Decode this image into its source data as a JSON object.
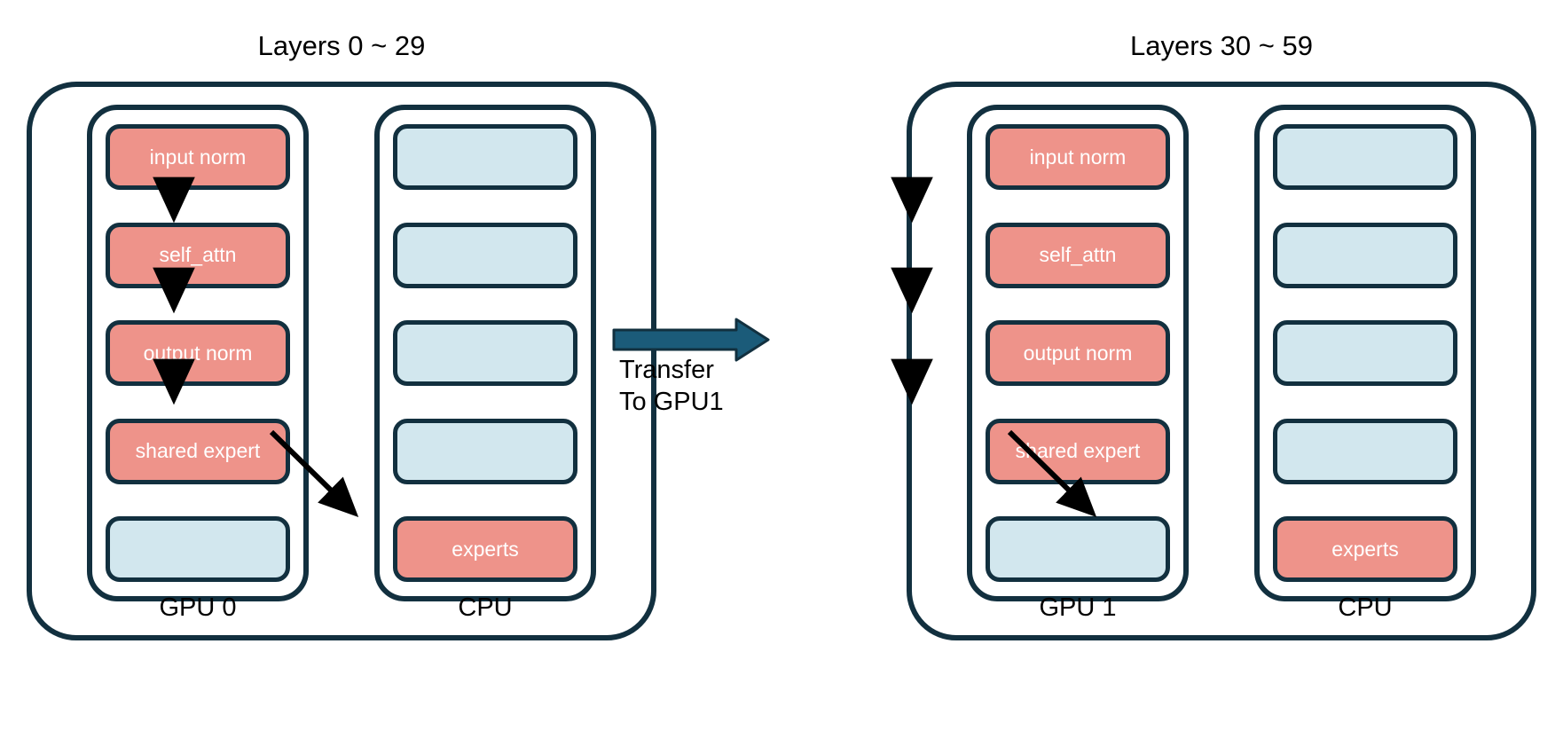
{
  "diagram": {
    "title_left": "Layers 0 ~ 29",
    "title_right": "Layers 30 ~ 59",
    "transfer": {
      "line1": "Transfer",
      "line2": "To GPU1",
      "arrow_color": "#1b5b79"
    },
    "colors": {
      "active_block": "#ee938a",
      "inactive_block": "#d2e7ee",
      "outline": "#12303f",
      "text_on_block": "#ffffff",
      "background": "#ffffff"
    },
    "panels": [
      {
        "title": "Layers 0 ~ 29",
        "device_label": "GPU 0",
        "host_label": "CPU",
        "gpu_slots": [
          {
            "label": "input norm",
            "state": "active"
          },
          {
            "label": "self_attn",
            "state": "active"
          },
          {
            "label": "output norm",
            "state": "active"
          },
          {
            "label": "shared expert",
            "state": "active"
          },
          {
            "label": "",
            "state": "inactive"
          }
        ],
        "cpu_slots": [
          {
            "label": "",
            "state": "inactive"
          },
          {
            "label": "",
            "state": "inactive"
          },
          {
            "label": "",
            "state": "inactive"
          },
          {
            "label": "",
            "state": "inactive"
          },
          {
            "label": "experts",
            "state": "active"
          }
        ]
      },
      {
        "title": "Layers 30 ~ 59",
        "device_label": "GPU 1",
        "host_label": "CPU",
        "gpu_slots": [
          {
            "label": "input norm",
            "state": "active"
          },
          {
            "label": "self_attn",
            "state": "active"
          },
          {
            "label": "output norm",
            "state": "active"
          },
          {
            "label": "shared expert",
            "state": "active"
          },
          {
            "label": "",
            "state": "inactive"
          }
        ],
        "cpu_slots": [
          {
            "label": "",
            "state": "inactive"
          },
          {
            "label": "",
            "state": "inactive"
          },
          {
            "label": "",
            "state": "inactive"
          },
          {
            "label": "",
            "state": "inactive"
          },
          {
            "label": "experts",
            "state": "active"
          }
        ]
      }
    ]
  }
}
